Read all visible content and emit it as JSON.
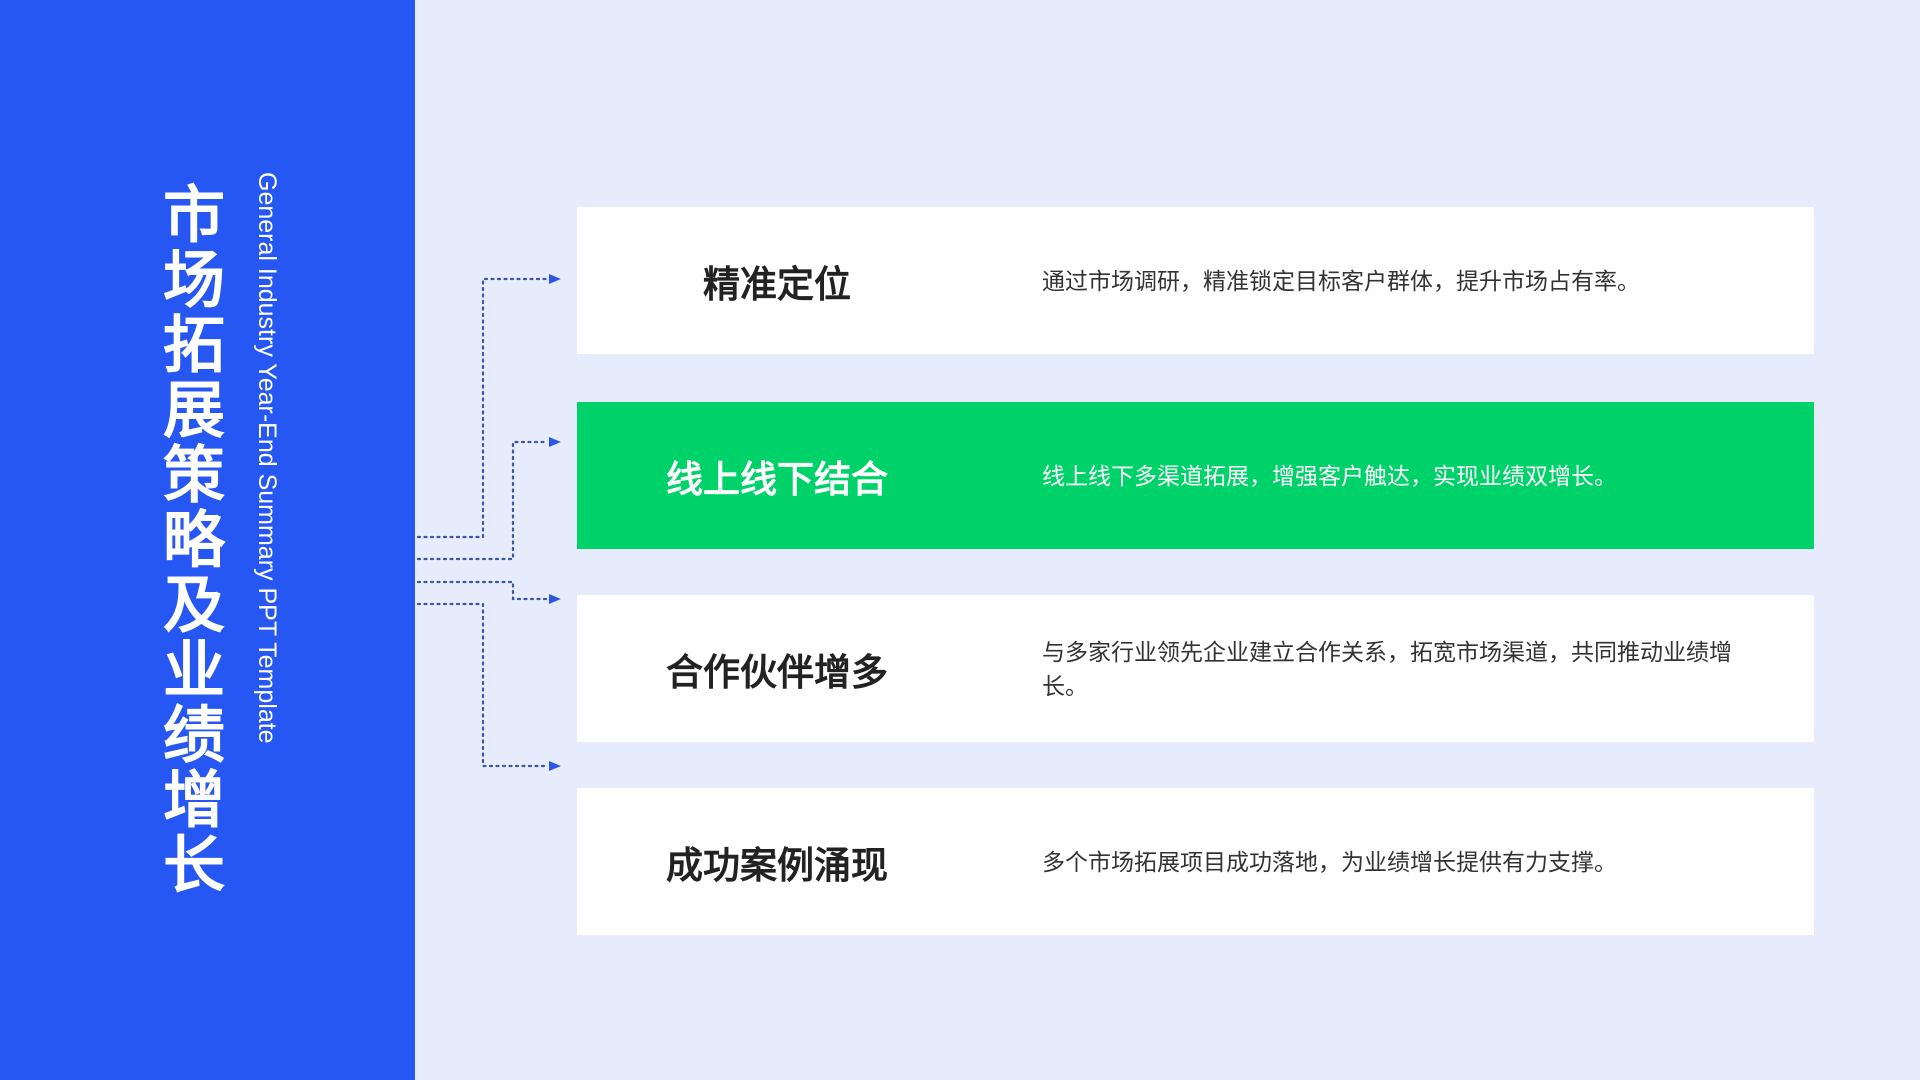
{
  "colors": {
    "background": "#E6ECFB",
    "panel": "#2757F2",
    "highlight": "#00D26A",
    "card": "#FFFFFF",
    "connector": "#3D55A8",
    "arrow": "#2B57E8"
  },
  "panel": {
    "title": "市场拓展策略及业绩增长",
    "subtitle": "General Industry Year-End Summary PPT Template"
  },
  "cards": [
    {
      "title": "精准定位",
      "description": "通过市场调研，精准锁定目标客户群体，提升市场占有率。",
      "highlighted": false
    },
    {
      "title": "线上线下结合",
      "description": "线上线下多渠道拓展，增强客户触达，实现业绩双增长。",
      "highlighted": true
    },
    {
      "title": "合作伙伴增多",
      "description": "与多家行业领先企业建立合作关系，拓宽市场渠道，共同推动业绩增长。",
      "highlighted": false
    },
    {
      "title": "成功案例涌现",
      "description": "多个市场拓展项目成功落地，为业绩增长提供有力支撑。",
      "highlighted": false
    }
  ]
}
